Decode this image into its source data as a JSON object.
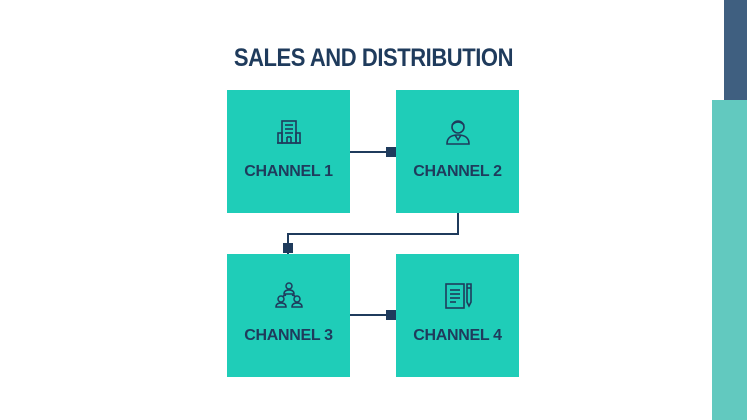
{
  "title": "SALES AND DISTRIBUTION",
  "colors": {
    "box": "#1fcdb8",
    "text": "#1f3b5c",
    "connector": "#1f3b5c",
    "side_dark": "#3f5f80",
    "side_teal": "#62c9bf"
  },
  "channels": [
    {
      "label": "CHANNEL 1",
      "icon": "building-icon"
    },
    {
      "label": "CHANNEL 2",
      "icon": "person-icon"
    },
    {
      "label": "CHANNEL 3",
      "icon": "team-icon"
    },
    {
      "label": "CHANNEL 4",
      "icon": "document-pen-icon"
    }
  ]
}
